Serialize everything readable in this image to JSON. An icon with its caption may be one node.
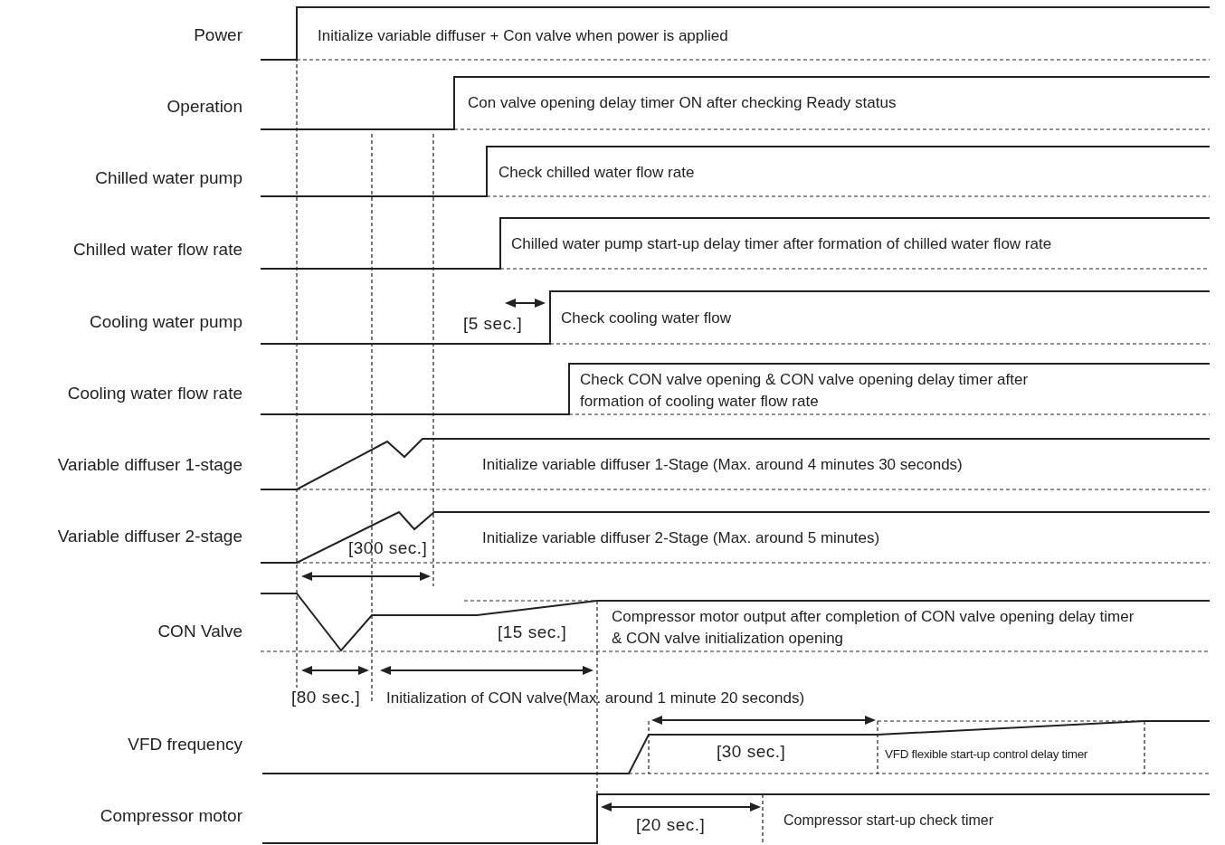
{
  "diagram": {
    "labels": [
      "Power",
      "Initialize variable diffuser + Con valve when power is applied",
      "Operation",
      "Con valve opening delay timer ON after checking Ready status",
      "Chilled water pump",
      "Check chilled water flow rate",
      "Chilled water flow rate",
      "Chilled water pump start-up delay timer after formation of chilled water flow rate",
      "Cooling water pump",
      "[5 sec.]",
      "Check cooling water flow",
      "Cooling water flow rate",
      "Check CON valve opening & CON valve opening delay timer after formation of cooling water flow rate",
      "Variable diffuser 1-stage",
      "Initialize variable diffuser 1-Stage (Max. around 4 minutes 30 seconds)",
      "Variable diffuser 2-stage",
      "[300 sec.]",
      "Initialize variable diffuser 2-Stage (Max. around 5 minutes)",
      "CON Valve",
      "[15 sec.]",
      "Compressor motor output after completion of CON valve opening delay timer & CON valve initialization opening",
      "[80 sec.]",
      "Initialization of CON valve(Max. around 1 minute 20 seconds)",
      "VFD frequency",
      "[30 sec.]",
      "VFD flexible start-up control delay timer",
      "Compressor motor",
      "[20 sec.]",
      "Compressor start-up check timer"
    ]
  }
}
